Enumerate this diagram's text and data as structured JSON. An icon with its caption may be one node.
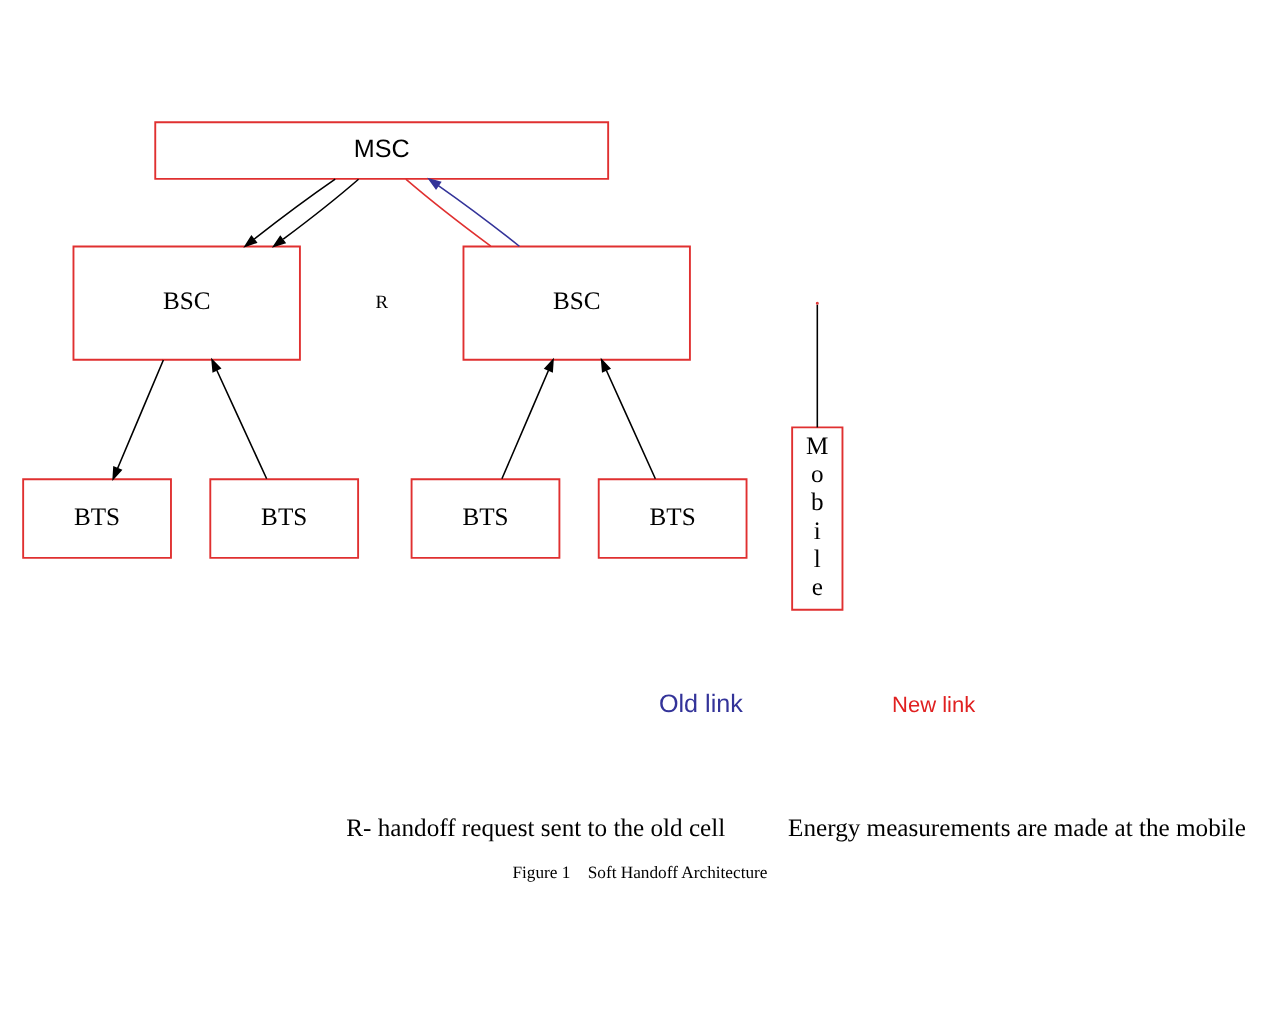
{
  "diagram": {
    "caption": "Figure 1    Soft Handoff Architecture",
    "nodes": [
      {
        "text": [
          "MSC"
        ]
      },
      {
        "text": [
          "BSC"
        ]
      },
      {
        "text": [
          "BSC"
        ]
      },
      {
        "text": [
          "BTS"
        ]
      },
      {
        "text": [
          "BTS"
        ]
      },
      {
        "text": [
          "BTS"
        ]
      },
      {
        "text": [
          "BTS"
        ]
      },
      {
        "text": [
          "Mobile"
        ]
      }
    ],
    "edges": [
      {
        "from": 1,
        "to": 0,
        "arrow": "none",
        "color": "#e03030"
      },
      {
        "from": 1,
        "to": 0,
        "arrow": "to",
        "color": "#333399"
      },
      {
        "from": 0,
        "to": 2,
        "arrow": "to"
      },
      {
        "from": 0,
        "to": 2,
        "arrow": "to"
      },
      {
        "from": 3,
        "to": 1,
        "arrow": "to"
      },
      {
        "from": 4,
        "to": 1,
        "arrow": "to"
      },
      {
        "from": 5,
        "to": 2,
        "arrow": "to"
      },
      {
        "from": 2,
        "to": 6,
        "arrow": "to"
      },
      {
        "from": null,
        "to": 7,
        "arrow": "none"
      }
    ],
    "labels": [
      "R",
      "Old link",
      "New link",
      "R- handoff request sent to the old cell",
      "Energy measurements are made at the mobile"
    ]
  }
}
